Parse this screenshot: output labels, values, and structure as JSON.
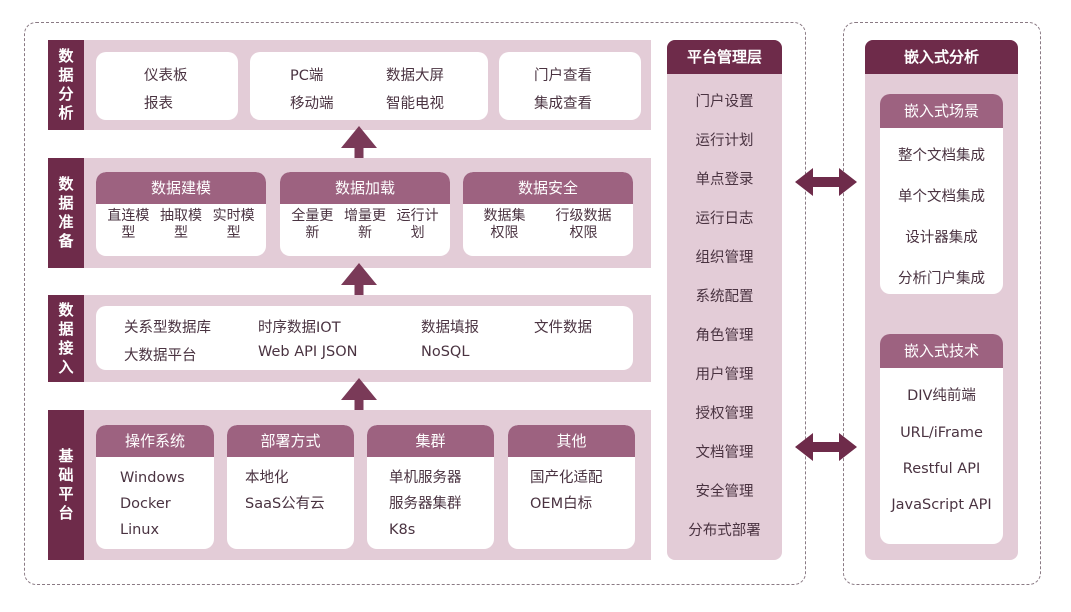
{
  "layers": {
    "analysis": {
      "label": "数据分析",
      "groups": [
        [
          "仪表板",
          "报表"
        ],
        [
          "PC端",
          "数据大屏",
          "移动端",
          "智能电视"
        ],
        [
          "门户查看",
          "集成查看"
        ]
      ]
    },
    "prep": {
      "label": "数据准备",
      "cards": [
        {
          "title": "数据建模",
          "items": [
            "直连模型",
            "抽取模型",
            "实时模型"
          ]
        },
        {
          "title": "数据加载",
          "items": [
            "全量更新",
            "增量更新",
            "运行计划"
          ]
        },
        {
          "title": "数据安全",
          "items": [
            "数据集权限",
            "行级数据权限"
          ]
        }
      ]
    },
    "access": {
      "label": "数据接入",
      "items": [
        "关系型数据库",
        "时序数据IOT",
        "数据填报",
        "文件数据",
        "大数据平台",
        "Web API JSON",
        "NoSQL"
      ]
    },
    "base": {
      "label": "基础平台",
      "cards": [
        {
          "title": "操作系统",
          "items": [
            "Windows",
            "Docker",
            "Linux"
          ]
        },
        {
          "title": "部署方式",
          "items": [
            "本地化",
            "SaaS公有云"
          ]
        },
        {
          "title": "集群",
          "items": [
            "单机服务器",
            "服务器集群",
            "K8s"
          ]
        },
        {
          "title": "其他",
          "items": [
            "国产化适配",
            "OEM白标"
          ]
        }
      ]
    }
  },
  "platform": {
    "title": "平台管理层",
    "items": [
      "门户设置",
      "运行计划",
      "单点登录",
      "运行日志",
      "组织管理",
      "系统配置",
      "角色管理",
      "用户管理",
      "授权管理",
      "文档管理",
      "安全管理",
      "分布式部署"
    ]
  },
  "embedded": {
    "title": "嵌入式分析",
    "scenes": {
      "title": "嵌入式场景",
      "items": [
        "整个文档集成",
        "单个文档集成",
        "设计器集成",
        "分析门户集成"
      ]
    },
    "tech": {
      "title": "嵌入式技术",
      "items": [
        "DIV纯前端",
        "URL/iFrame",
        "Restful API",
        "JavaScript API"
      ]
    }
  },
  "colors": {
    "dark": "#6e2b4a",
    "mid": "#9d6280",
    "light": "#e3ccd7"
  }
}
